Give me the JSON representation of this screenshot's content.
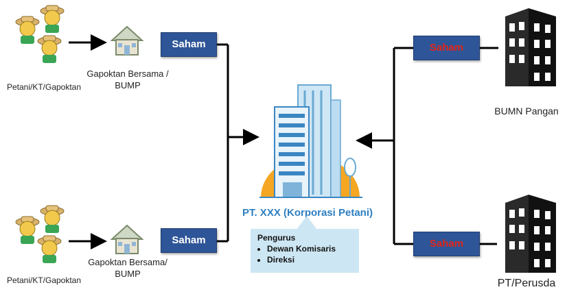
{
  "left_top": {
    "group_label": "Petani/KT/Gapoktan",
    "org_label": "Gapoktan Bersama /\nBUMP",
    "saham_label": "Saham"
  },
  "left_bottom": {
    "group_label": "Petani/KT/Gapoktan",
    "org_label": "Gapoktan Bersama/\nBUMP",
    "saham_label": "Saham"
  },
  "center": {
    "title": "PT. XXX (Korporasi Petani)",
    "pengurus_heading": "Pengurus",
    "pengurus_items": [
      "Dewan Komisaris",
      "Direksi"
    ]
  },
  "right_top": {
    "saham_label": "Saham",
    "org_label": "BUMN Pangan"
  },
  "right_bottom": {
    "saham_label": "Saham",
    "org_label": "PT/Perusda"
  },
  "colors": {
    "saham_fill": "#2e5597",
    "saham_text_left": "#ffffff",
    "saham_text_right": "#e0261b",
    "title_blue": "#2e7fc1",
    "pengurus_fill": "#cde6f3"
  },
  "icons": [
    "farmer-icon",
    "house-icon",
    "office-building-icon",
    "tower-building-icon"
  ]
}
